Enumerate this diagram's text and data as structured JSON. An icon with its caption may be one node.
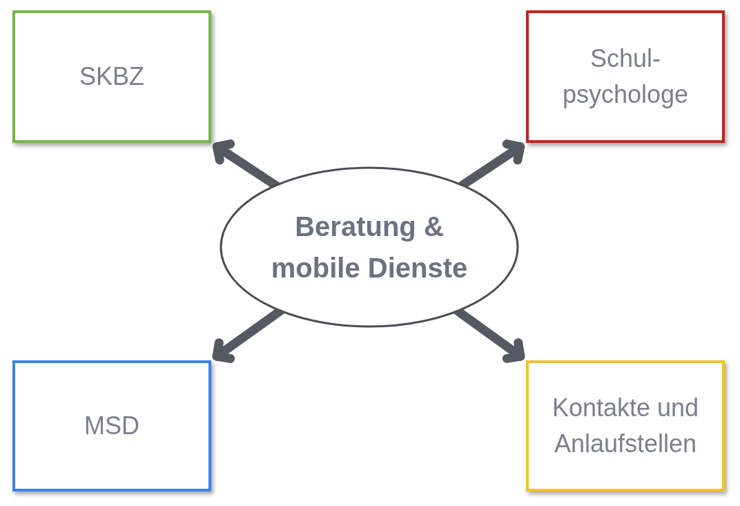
{
  "diagram": {
    "nodes": [
      {
        "text": [
          "SKBZ"
        ]
      },
      {
        "text": [
          "Schul- psychologe"
        ]
      },
      {
        "text": [
          "Beratung & mobile Dienste"
        ]
      },
      {
        "text": [
          "MSD"
        ]
      },
      {
        "text": [
          "Kontakte und Anlaufstellen"
        ]
      }
    ],
    "edges": [
      {
        "from": 2,
        "to": 0,
        "arrow": "to"
      },
      {
        "from": 2,
        "to": 1,
        "arrow": "to"
      },
      {
        "from": 2,
        "to": 3,
        "arrow": "to"
      },
      {
        "from": 2,
        "to": 4,
        "arrow": "to"
      }
    ]
  }
}
